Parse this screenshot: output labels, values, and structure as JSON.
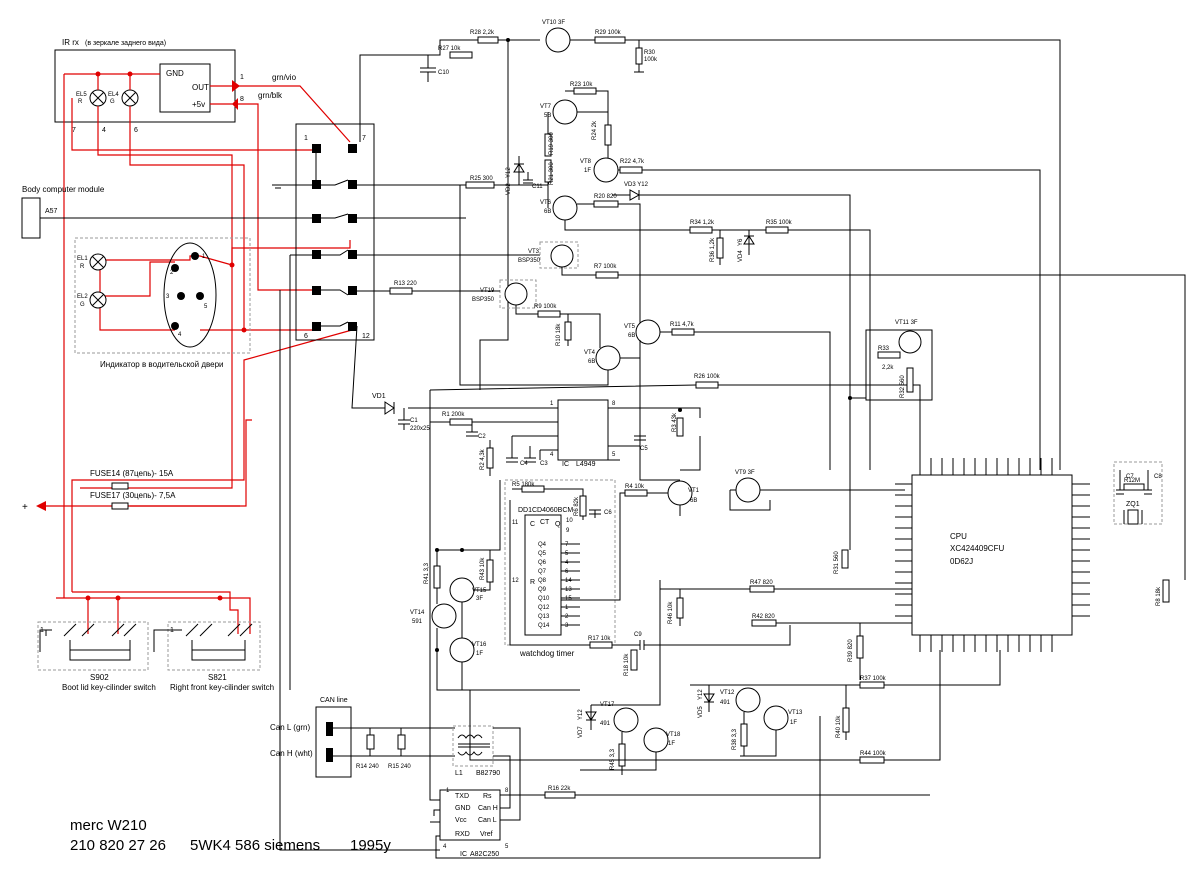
{
  "footer": {
    "line1": "merc W210",
    "part_no": "210 820 27 26",
    "module": "5WK4 586 siemens",
    "year": "1995y"
  },
  "ir_receiver": {
    "title": "IR rx",
    "subtitle": "(в зеркале заднего вида)",
    "gnd": "GND",
    "out": "OUT",
    "vcc": "+5v",
    "pin_out": "1",
    "pin_vcc": "8",
    "wire_out": "grn/vio",
    "wire_vcc": "grn/blk",
    "el5": "EL5",
    "el5_color": "R",
    "el4": "EL4",
    "el4_color": "G",
    "pin7": "7",
    "pin4": "4",
    "pin6": "6"
  },
  "body_module": {
    "label": "Body computer module",
    "pin": "A57"
  },
  "door_indicator": {
    "label": "Индикатор в водительской двери",
    "el1": "EL1",
    "el1_color": "R",
    "el2": "EL2",
    "el2_color": "G",
    "pins": [
      "1",
      "2",
      "3",
      "4",
      "5"
    ]
  },
  "connector": {
    "pin1": "1",
    "pin6": "6",
    "pin7": "7",
    "pin12": "12"
  },
  "fuses": {
    "fuse14": "FUSE14 (87цепь)- 15A",
    "fuse17": "FUSE17 (30цепь)- 7,5A",
    "plus": "+"
  },
  "switches": {
    "s902": "S902",
    "s902_label": "Boot lid key-cilinder switch",
    "s821": "S821",
    "s821_label": "Right front key-cilinder switch",
    "pin1": "1"
  },
  "can": {
    "title": "CAN line",
    "can_l": "Can L  (grn)",
    "can_h": "Can H  (wht)",
    "r14": "R14  240",
    "r15": "R15  240",
    "l1": "L1",
    "l1_part": "B82790"
  },
  "transceiver": {
    "txd": "TXD",
    "gnd": "GND",
    "vcc": "Vcc",
    "rxd": "RXD",
    "rs": "Rs",
    "canh": "Can H",
    "canl": "Can L",
    "vref": "Vref",
    "pin1": "1",
    "pin8": "8",
    "pin4": "4",
    "pin5": "5",
    "ic": "IC",
    "name": "A82C250"
  },
  "timer": {
    "ic": "IC",
    "name": "L4949",
    "p1": "1",
    "p8": "8",
    "p4": "4",
    "p5": "5"
  },
  "counter": {
    "name": "DD1CD4060BCM",
    "ct": "CT",
    "c": "C",
    "r": "R",
    "q": "Q",
    "pin11": "11",
    "pin10": "10",
    "pin9": "9",
    "pin12": "12",
    "outputs": [
      {
        "q": "Q4",
        "pin": "7"
      },
      {
        "q": "Q5",
        "pin": "5"
      },
      {
        "q": "Q6",
        "pin": "4"
      },
      {
        "q": "Q7",
        "pin": "6"
      },
      {
        "q": "Q8",
        "pin": "14"
      },
      {
        "q": "Q9",
        "pin": "13"
      },
      {
        "q": "Q10",
        "pin": "15"
      },
      {
        "q": "Q12",
        "pin": "1"
      },
      {
        "q": "Q13",
        "pin": "2"
      },
      {
        "q": "Q14",
        "pin": "3"
      }
    ],
    "label": "watchdog timer"
  },
  "cpu": {
    "line1": "CPU",
    "line2": "XC424409CFU",
    "line3": "0D62J",
    "zq": "ZQ1"
  },
  "resistors": {
    "r28": "R28  2,2k",
    "r29": "R29  100k",
    "r27": "R27  10k",
    "r30": "R30",
    "r30v": "100k",
    "r23": "R23  10k",
    "r24": "R24  2k",
    "r19": "R19  300",
    "r22": "R22  4,7k",
    "r21": "R21  300",
    "r25": "R25  300",
    "r20": "R20  820",
    "r34": "R34  1,2k",
    "r36": "R36  1,2k",
    "r35": "R35  100k",
    "r7": "R7  100k",
    "r9": "R9  100k",
    "r10": "R10  18k",
    "r11": "R11  4,7k",
    "r13": "R13  220",
    "r26": "R26  100k",
    "r33": "R33",
    "r33v": "2,2k",
    "r32": "R32  560",
    "r1": "R1  200k",
    "r3": "R3  43k",
    "r2": "R2  4,3k",
    "r5": "R5  180k",
    "r6": "R6  82k",
    "r4": "R4  10k",
    "r12": "R12M",
    "r31": "R31  560",
    "r47": "R47  820",
    "r42": "R42  820",
    "r46": "R46  10k",
    "r8": "R8  18k",
    "r43": "R43  10k",
    "r41": "R41  3,3",
    "r17": "R17  10k",
    "r18": "R18  10k",
    "r39": "R39  820",
    "r37": "R37  100k",
    "r40": "R40  10k",
    "r44": "R44  100k",
    "r38": "R38  3,3",
    "r45": "R45  3,3",
    "r16": "R16  22k"
  },
  "capacitors": {
    "c10": "C10",
    "c11": "C11",
    "c1": "C1",
    "c1v": "220x25",
    "c2": "C2",
    "c4": "C4",
    "c3": "C3",
    "c5": "C5",
    "c6": "C6",
    "c9": "C9",
    "c7": "C7",
    "c8": "C8"
  },
  "transistors": {
    "vt10": "VT10  3F",
    "vt7": "VT7",
    "vt7b": "5B",
    "vt8": "VT8",
    "vt8b": "1F",
    "vt6": "VT6",
    "vt6b": "6B",
    "vt3": "VT3",
    "vt3b": "BSP350",
    "vt19": "VT19",
    "vt19b": "BSP350",
    "vt5": "VT5",
    "vt5b": "6B",
    "vt4": "VT4",
    "vt4b": "6B",
    "vt11": "VT11  3F",
    "vt1": "VT1",
    "vt1b": "6B",
    "vt9": "VT9  3F",
    "vt15": "VT15",
    "vt15b": "3F",
    "vt14": "VT14",
    "vt14b": "591",
    "vt16": "VT16",
    "vt16b": "1F",
    "vt17": "VT17",
    "vt17b": "491",
    "vt18": "VT18",
    "vt18b": "1F",
    "vt12": "VT12",
    "vt12b": "491",
    "vt13": "VT13",
    "vt13b": "1F"
  },
  "diodes": {
    "vd2": "VD2",
    "y12": "Y12",
    "vd3": "VD3  Y12",
    "vd4": "VD4",
    "y6": "Y6",
    "vd1": "VD1",
    "vd7": "VD7",
    "vd5": "VD5"
  }
}
